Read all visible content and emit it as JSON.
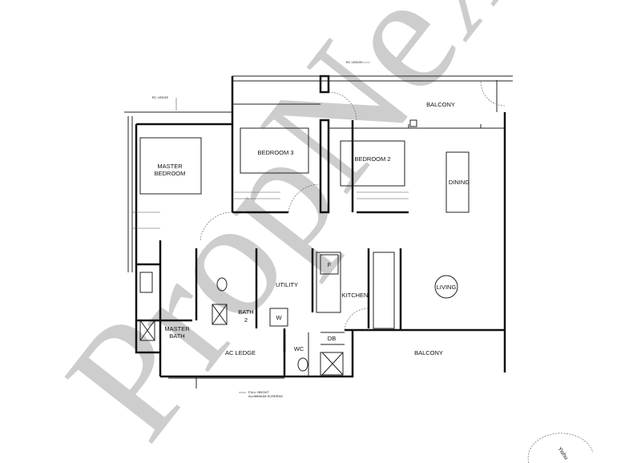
{
  "plan": {
    "rooms": {
      "master_bedroom_line1": "MASTER",
      "master_bedroom_line2": "BEDROOM",
      "bedroom3": "BEDROOM 3",
      "bedroom2": "BEDROOM 2",
      "balcony_top": "BALCONY",
      "dining": "DINING",
      "living": "LIVING",
      "utility": "UTILITY",
      "kitchen": "KITCHEN",
      "bath2_line1": "BATH",
      "bath2_line2": "2",
      "master_bath_line1": "MASTER",
      "master_bath_line2": "BATH",
      "ac_ledge": "AC LEDGE",
      "wc": "WC",
      "db": "DB",
      "balcony_bottom": "BALCONY",
      "fridge": "F",
      "washer": "W"
    },
    "annotations": {
      "rc_ledge_left": "RC LEDGE",
      "rc_ledge_top": "RC LEDGE",
      "screens_line1": "FULL HEIGHT",
      "screens_line2": "ALUMINIUM SCREENS",
      "road_label": "Yishu"
    },
    "watermark": "PropNex"
  }
}
